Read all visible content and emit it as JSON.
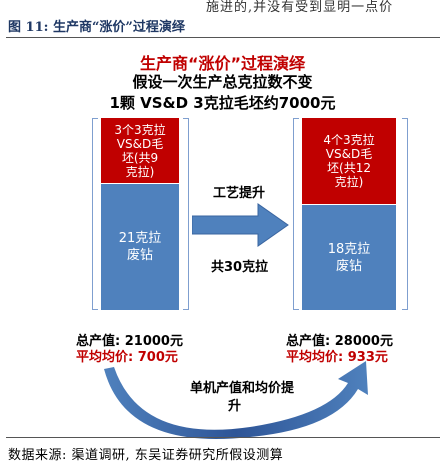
{
  "header_fragment": "施进的,并没有受到显明一点价",
  "figure": {
    "number": "图 11:",
    "title": "生产商“涨价”过程演绎"
  },
  "diagram": {
    "title": "生产商“涨价”过程演绎",
    "subtitle1": "假设一次生产总克拉数不变",
    "subtitle2": "1颗 VS&D 3克拉毛坯约7000元",
    "left": {
      "red_lines": [
        "3个3克拉",
        "VS&D毛",
        "坯(共9",
        "克拉)"
      ],
      "blue_lines": [
        "21克拉",
        "废钻"
      ],
      "total_value": "总产值: 21000元",
      "avg_price": "平均均价: 700元"
    },
    "right": {
      "red_lines": [
        "4个3克拉",
        "VS&D毛",
        "坯(共12",
        "克拉)"
      ],
      "blue_lines": [
        "18克拉",
        "废钻"
      ],
      "total_value": "总产值: 28000元",
      "avg_price": "平均均价: 933元"
    },
    "arrow_label_top": "工艺提升",
    "arrow_label_bottom": "共30克拉",
    "curve_label_line1": "单机产值和均价提",
    "curve_label_line2": "升"
  },
  "source": "数据来源: 渠道调研, 东吴证券研究所假设测算",
  "colors": {
    "red": "#c00000",
    "blue": "#4f81bd",
    "curve_arrow": "#2e5597"
  }
}
